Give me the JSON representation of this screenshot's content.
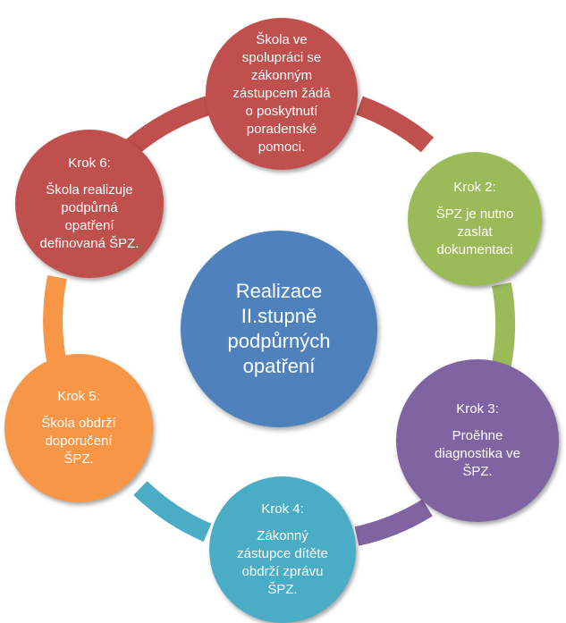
{
  "colors": {
    "center": "#4f81bd",
    "step_1": "#c0504d",
    "step_2": "#9bbb59",
    "step_3": "#8064a2",
    "step_4": "#4bacc6",
    "step_5": "#f79646",
    "step_6": "#c0504d"
  },
  "center": {
    "text": "Realizace II.stupně podpůrných opatření"
  },
  "steps": [
    {
      "label": "",
      "text": "Škola ve spolupráci se zákonným zástupcem žádá o poskytnutí poradenské pomoci."
    },
    {
      "label": "Krok 2:",
      "text": "ŠPZ je nutno zaslat dokumentaci"
    },
    {
      "label": "Krok 3:",
      "text": "Proěhne diagnostika ve ŠPZ."
    },
    {
      "label": "Krok 4:",
      "text": "Zákonný zástupce dítěte obdrží zprávu ŠPZ."
    },
    {
      "label": "Krok 5:",
      "text": "Škola obdrží doporučení ŠPZ."
    },
    {
      "label": "Krok 6:",
      "text": "Škola realizuje podpůrná opatření definovaná ŠPZ."
    }
  ]
}
